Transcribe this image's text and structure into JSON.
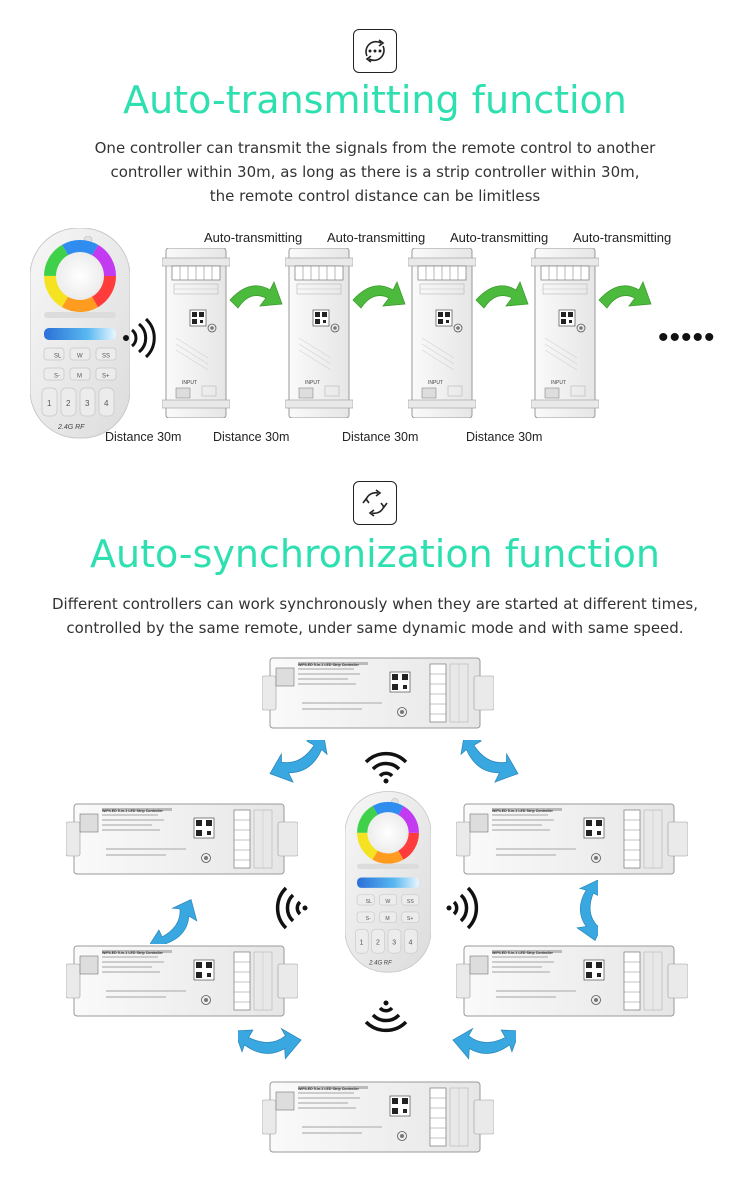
{
  "section1": {
    "icon": "refresh-dots-icon",
    "title": "Auto-transmitting function",
    "desc_lines": [
      "One controller can transmit the signals from the remote control to another",
      "controller within 30m, as long as there is a strip controller within 30m,",
      "the remote control distance can be limitless"
    ],
    "transmit_labels": [
      "Auto-transmitting",
      "Auto-transmitting",
      "Auto-transmitting",
      "Auto-transmitting"
    ],
    "distance_labels": [
      "Distance 30m",
      "Distance 30m",
      "Distance 30m",
      "Distance 30m"
    ],
    "ellipsis": "•••••"
  },
  "section2": {
    "icon": "sync-arrows-icon",
    "title": "Auto-synchronization function",
    "desc_lines": [
      "Different controllers can work synchronously when they are started at different times,",
      "controlled by the same remote, under same dynamic mode and with same speed."
    ]
  },
  "remote": {
    "buttons_row1": [
      "SL",
      "W",
      "SS"
    ],
    "buttons_row2": [
      "S-",
      "M",
      "S+"
    ],
    "numbers": [
      "1",
      "2",
      "3",
      "4"
    ],
    "freq_label": "2.4G RF"
  },
  "controller": {
    "brand": "WiFiLED 5-in-1 LED Strip Controller",
    "input_label": "INPUT"
  },
  "colors": {
    "accent": "#2ee0b0",
    "green_arrow": "#4cba3c",
    "blue_arrow": "#3aa8e0"
  }
}
